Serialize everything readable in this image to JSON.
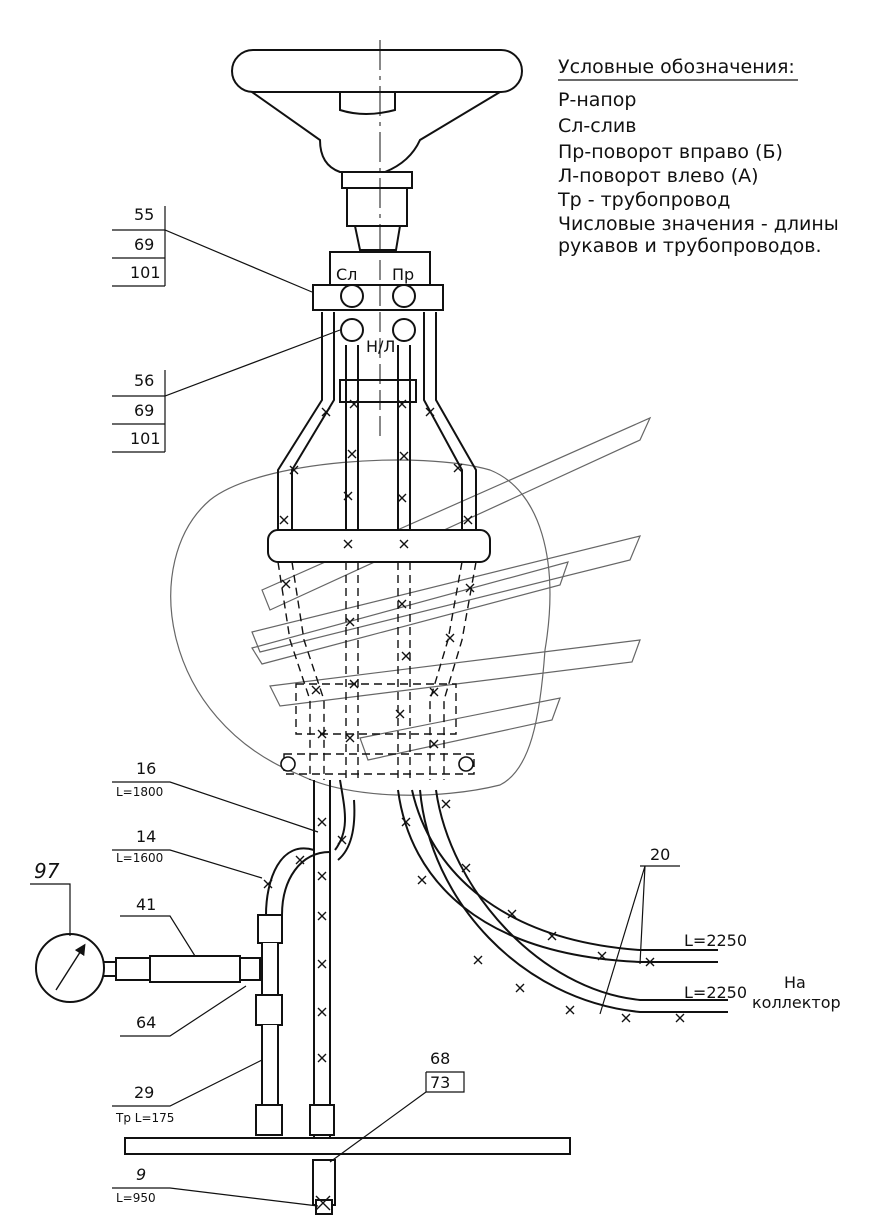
{
  "legend": {
    "title": "Условные обозначения:",
    "lines": [
      "Р-напор",
      "Сл-слив",
      "Пр-поворот вправо (Б)",
      "Л-поворот влево (А)",
      "Тр - трубопровод",
      "Числовые значения - длины",
      "рукавов и трубопроводов."
    ]
  },
  "ports": {
    "sl": "Сл",
    "pr": "Пр",
    "nl": "Н/Л"
  },
  "callouts": {
    "c55": [
      "55",
      "69",
      "101"
    ],
    "c56": [
      "56",
      "69",
      "101"
    ],
    "c16": {
      "num": "16",
      "len": "L=1800"
    },
    "c14": {
      "num": "14",
      "len": "L=1600"
    },
    "c97": "97",
    "c41": "41",
    "c64": "64",
    "c29": {
      "num": "29",
      "len": "Тр L=175"
    },
    "c68": [
      "68",
      "73"
    ],
    "c9": {
      "num": "9",
      "len": "L=950"
    },
    "c20": "20"
  },
  "hose_lengths": [
    "L=2250",
    "L=2250"
  ],
  "destination": [
    "На",
    "коллектор"
  ]
}
